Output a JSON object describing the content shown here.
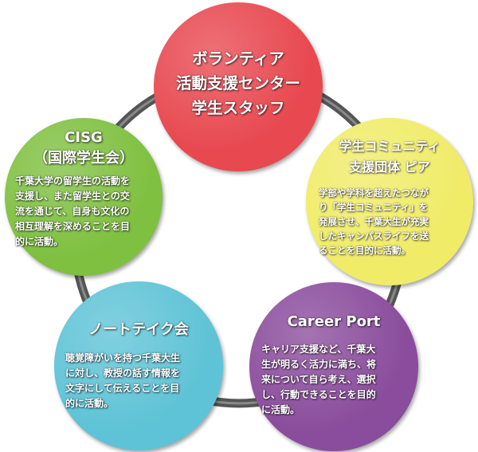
{
  "nodes": {
    "volunteer": {
      "title": "ボランティア\n活動支援センター\n学生スタッフ",
      "color": "#e84850"
    },
    "cisg": {
      "title": "CISG\n（国際学生会）",
      "description": "千葉大学の留学生の活動を\n支援し、また留学生との交\n流を通じて、自身も文化の\n相互理解を深めることを目\n的に活動。",
      "color": "#7fc040"
    },
    "community": {
      "title": "学生コミュニティ\n支援団体 ピア",
      "description": "学部や学科を超えたつなが\nり「学生コミュニティ」を\n発展させ、千葉大生が充実\nしたキャンパスライフを送\nることを目的に活動。",
      "color": "#f0ec68"
    },
    "notetake": {
      "title": "ノートテイク会",
      "description": "聴覚障がいを持つ千葉大生\nに対し、教授の話す情報を\n文字にして伝えることを目\n的に活動。",
      "color": "#5ec3d6"
    },
    "career": {
      "title": "Career Port",
      "description": "キャリア支援など、千葉大\n生が明るく活力に満ち、将\n来について自ら考え、選択\nし、行動できることを目的\nに活動。",
      "color": "#8a4c9c"
    }
  },
  "ring_color": "#555555"
}
